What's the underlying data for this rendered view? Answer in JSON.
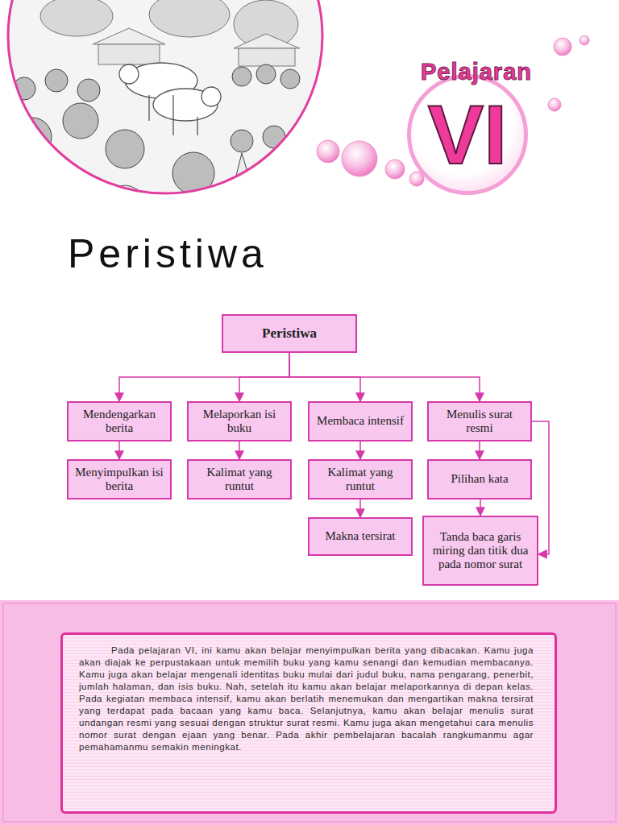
{
  "diagram": {
    "title": "Peristiwa",
    "nodes": [
      {
        "text": [
          "Pelajaran",
          "VI"
        ]
      },
      {
        "text": [
          "Peristiwa"
        ]
      },
      {
        "text": [
          "Mendengarkan berita"
        ]
      },
      {
        "text": [
          "Melaporkan isi buku"
        ]
      },
      {
        "text": [
          "Membaca intensif"
        ]
      },
      {
        "text": [
          "Menulis surat resmi"
        ]
      },
      {
        "text": [
          "Menyimpulkan isi berita"
        ]
      },
      {
        "text": [
          "Kalimat yang runtut"
        ]
      },
      {
        "text": [
          "Kalimat yang runtut"
        ]
      },
      {
        "text": [
          "Pilihan kata"
        ]
      },
      {
        "text": [
          "Makna tersirat"
        ]
      },
      {
        "text": [
          "Tanda baca garis miring dan titik dua pada nomor surat"
        ]
      },
      {
        "text": [
          "Pada pelajaran VI, ini kamu akan belajar menyimpulkan berita yang dibacakan. Kamu juga akan diajak ke perpustakaan untuk memilih buku yang kamu senangi dan kemudian membacanya. Kamu juga akan belajar mengenali identitas buku mulai dari judul buku, nama pengarang, penerbit, jumlah halaman, dan isis buku. Nah, setelah itu kamu akan belajar melaporkannya di depan kelas. Pada kegiatan membaca intensif, kamu akan berlatih menemukan dan mengartikan makna tersirat yang terdapat pada bacaan yang kamu baca. Selanjutnya, kamu akan belajar menulis surat undangan resmi yang sesuai dengan struktur surat resmi. Kamu juga akan mengetahui cara menulis nomor surat dengan ejaan yang benar. Pada akhir pembelajaran bacalah rangkumanmu agar pemahamanmu semakin meningkat."
        ]
      }
    ],
    "edges": [
      {
        "from": 1,
        "to": 2,
        "arrow": "to"
      },
      {
        "from": 1,
        "to": 3,
        "arrow": "to"
      },
      {
        "from": 1,
        "to": 4,
        "arrow": "to"
      },
      {
        "from": 1,
        "to": 5,
        "arrow": "to"
      },
      {
        "from": 2,
        "to": 6,
        "arrow": "to"
      },
      {
        "from": 3,
        "to": 7,
        "arrow": "to"
      },
      {
        "from": 4,
        "to": 8,
        "arrow": "to"
      },
      {
        "from": 5,
        "to": 9,
        "arrow": "to"
      },
      {
        "from": 8,
        "to": 10,
        "arrow": "to"
      },
      {
        "from": 9,
        "to": 11,
        "arrow": "to"
      },
      {
        "from": 5,
        "to": 11,
        "arrow": "to"
      }
    ]
  }
}
